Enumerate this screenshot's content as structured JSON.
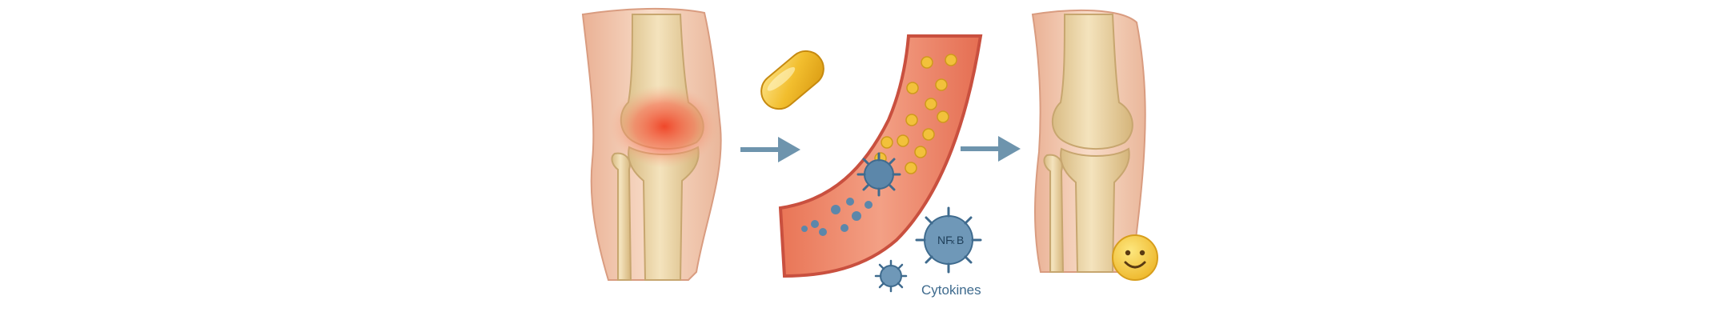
{
  "labels": {
    "cytokines": "Cytokines",
    "nfkb_prefix": "NF",
    "nfkb_kappa": "κ",
    "nfkb_suffix": "B"
  },
  "colors": {
    "skin": "#f3cdb4",
    "skin_edge": "#d99c80",
    "bone": "#ecd6a6",
    "bone_edge": "#c7a66f",
    "inflammation": "#f0593a",
    "vessel_wall": "#c9503f",
    "vessel_inner": "#ef8a6c",
    "particle": "#f2c13b",
    "capsule": "#f0b82a",
    "arrow": "#6e94ad",
    "cytokine": "#5c87aa",
    "smiley": "#f5cc3a"
  },
  "icons": [
    "inflamed-knee-icon",
    "capsule-icon",
    "arrow-right-icon",
    "blood-vessel-icon",
    "cytokine-icon",
    "healthy-knee-icon",
    "smiley-icon"
  ]
}
